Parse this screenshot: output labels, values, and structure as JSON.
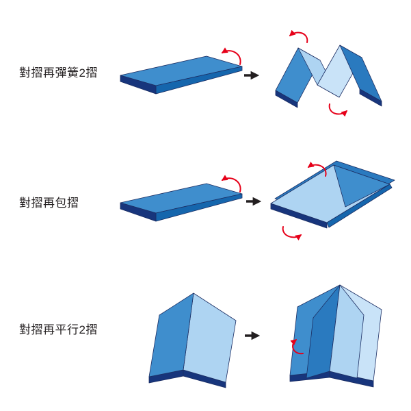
{
  "rows": [
    {
      "label": "對摺再彈簧2摺",
      "before_icon": "half-fold-paper-icon",
      "transform_icon": "right-arrow-icon",
      "after_icon": "spring-2-fold-paper-icon",
      "fold_direction_arrows": 3
    },
    {
      "label": "對摺再包摺",
      "before_icon": "half-fold-paper-icon",
      "transform_icon": "right-arrow-icon",
      "after_icon": "wrap-fold-paper-icon",
      "fold_direction_arrows": 3
    },
    {
      "label": "對摺再平行2摺",
      "before_icon": "half-fold-open-paper-icon",
      "transform_icon": "right-arrow-icon",
      "after_icon": "parallel-2-fold-paper-icon",
      "fold_direction_arrows": 1
    }
  ],
  "colors": {
    "background": "#ffffff",
    "ink": "#231f20",
    "outline": "#1c2e63",
    "red": "#e60019",
    "light-blue": "#aed4f2",
    "lighter-blue": "#c9e3f8",
    "medium-blue": "#3f8ecd",
    "mid-blue-2": "#2a7abf",
    "dark-blue": "#1566ad",
    "navy": "#17357c"
  }
}
